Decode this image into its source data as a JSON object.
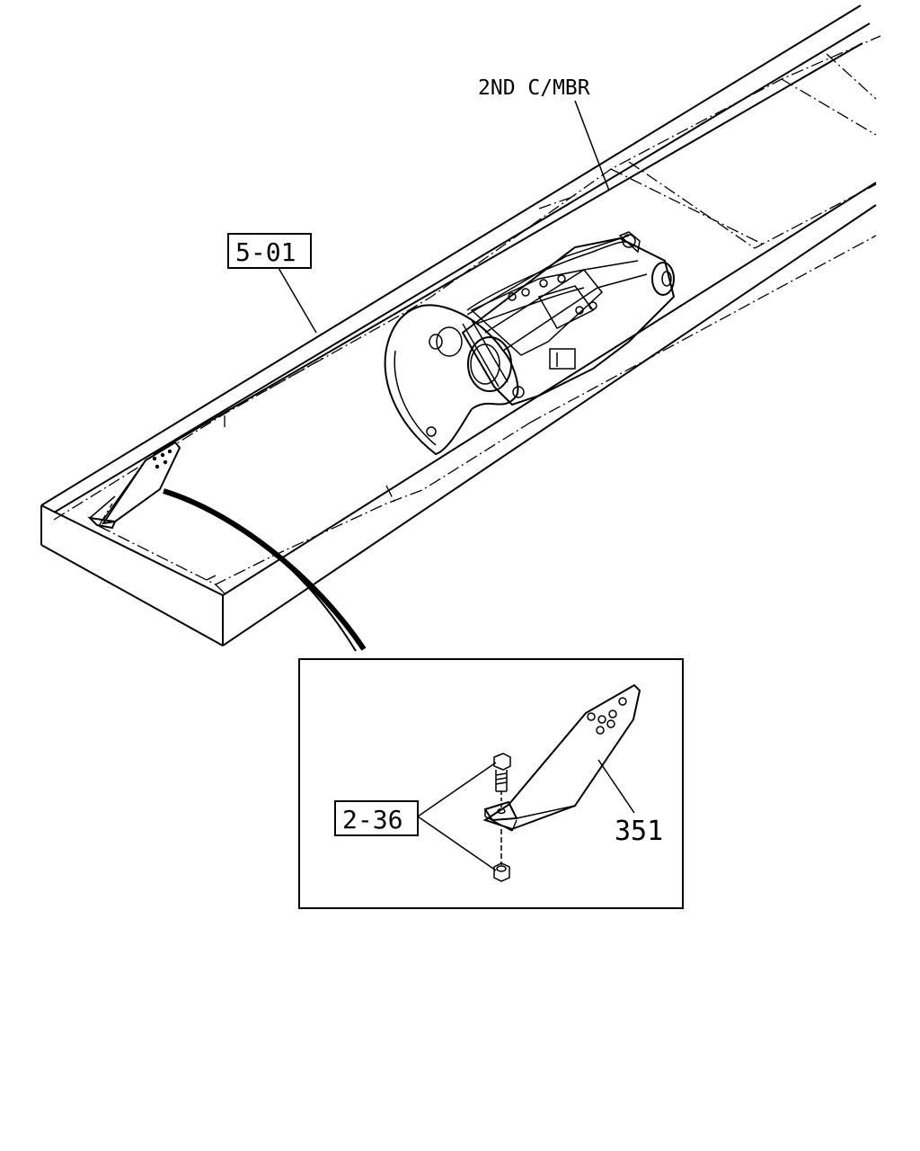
{
  "labels": {
    "cross_member": "2ND C/MBR",
    "frame_ref": "5-01",
    "fastener_ref": "2-36",
    "bracket_part": "351"
  }
}
